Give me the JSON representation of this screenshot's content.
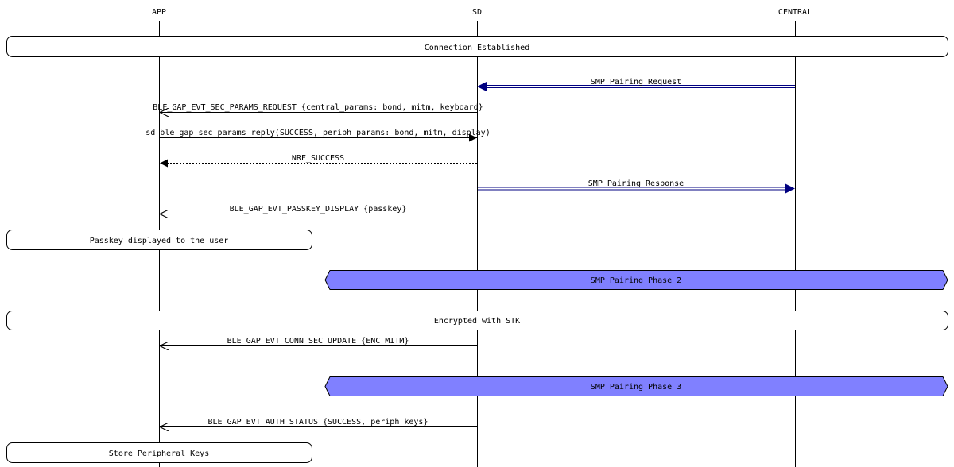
{
  "lifelines": [
    {
      "label": "APP"
    },
    {
      "label": "SD"
    },
    {
      "label": "CENTRAL"
    }
  ],
  "events": [
    {
      "kind": "box",
      "text": "Connection Established"
    },
    {
      "kind": "msg",
      "text": "SMP Pairing Request"
    },
    {
      "kind": "msg",
      "text": "BLE_GAP_EVT_SEC_PARAMS_REQUEST {central_params: bond, mitm, keyboard}"
    },
    {
      "kind": "msg",
      "text": "sd_ble_gap_sec_params_reply(SUCCESS, periph_params: bond, mitm, display)"
    },
    {
      "kind": "msg",
      "text": "NRF_SUCCESS"
    },
    {
      "kind": "msg",
      "text": "SMP Pairing Response"
    },
    {
      "kind": "msg",
      "text": "BLE_GAP_EVT_PASSKEY_DISPLAY {passkey}"
    },
    {
      "kind": "box",
      "text": "Passkey displayed to the user"
    },
    {
      "kind": "hex",
      "text": "SMP Pairing Phase 2"
    },
    {
      "kind": "box",
      "text": "Encrypted with STK"
    },
    {
      "kind": "msg",
      "text": "BLE_GAP_EVT_CONN_SEC_UPDATE {ENC_MITM}"
    },
    {
      "kind": "hex",
      "text": "SMP Pairing Phase 3"
    },
    {
      "kind": "msg",
      "text": "BLE_GAP_EVT_AUTH_STATUS {SUCCESS, periph_keys}"
    },
    {
      "kind": "box",
      "text": "Store Peripheral Keys"
    }
  ],
  "colors": {
    "line": "#000000",
    "smp_arrow": "#000080",
    "phase_fill": "#8080ff",
    "box_fill": "#ffffff"
  }
}
